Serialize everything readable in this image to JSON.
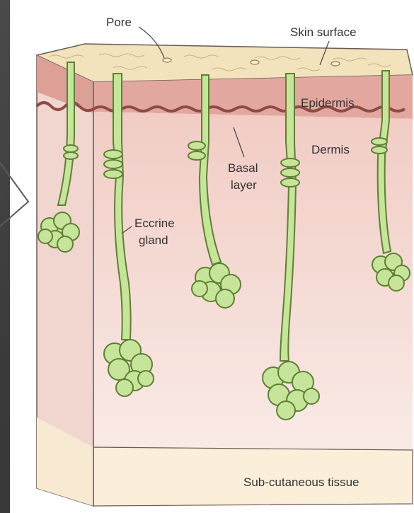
{
  "labels": {
    "pore": "Pore",
    "skin_surface": "Skin surface",
    "epidermis": "Epidermis",
    "dermis": "Dermis",
    "basal_layer_line1": "Basal",
    "basal_layer_line2": "layer",
    "eccrine_gland_line1": "Eccrine",
    "eccrine_gland_line2": "gland",
    "subcutaneous": "Sub-cutaneous tissue"
  },
  "colors": {
    "surface": "#f3e3bc",
    "epidermis": "#e2a8a0",
    "dermis": "#f4dcd6",
    "subcutaneous": "#fbefd9",
    "basal_line": "#8e4a45",
    "gland_fill": "#c6e59a",
    "gland_stroke": "#5f7f35",
    "outline": "#6a5a55"
  }
}
